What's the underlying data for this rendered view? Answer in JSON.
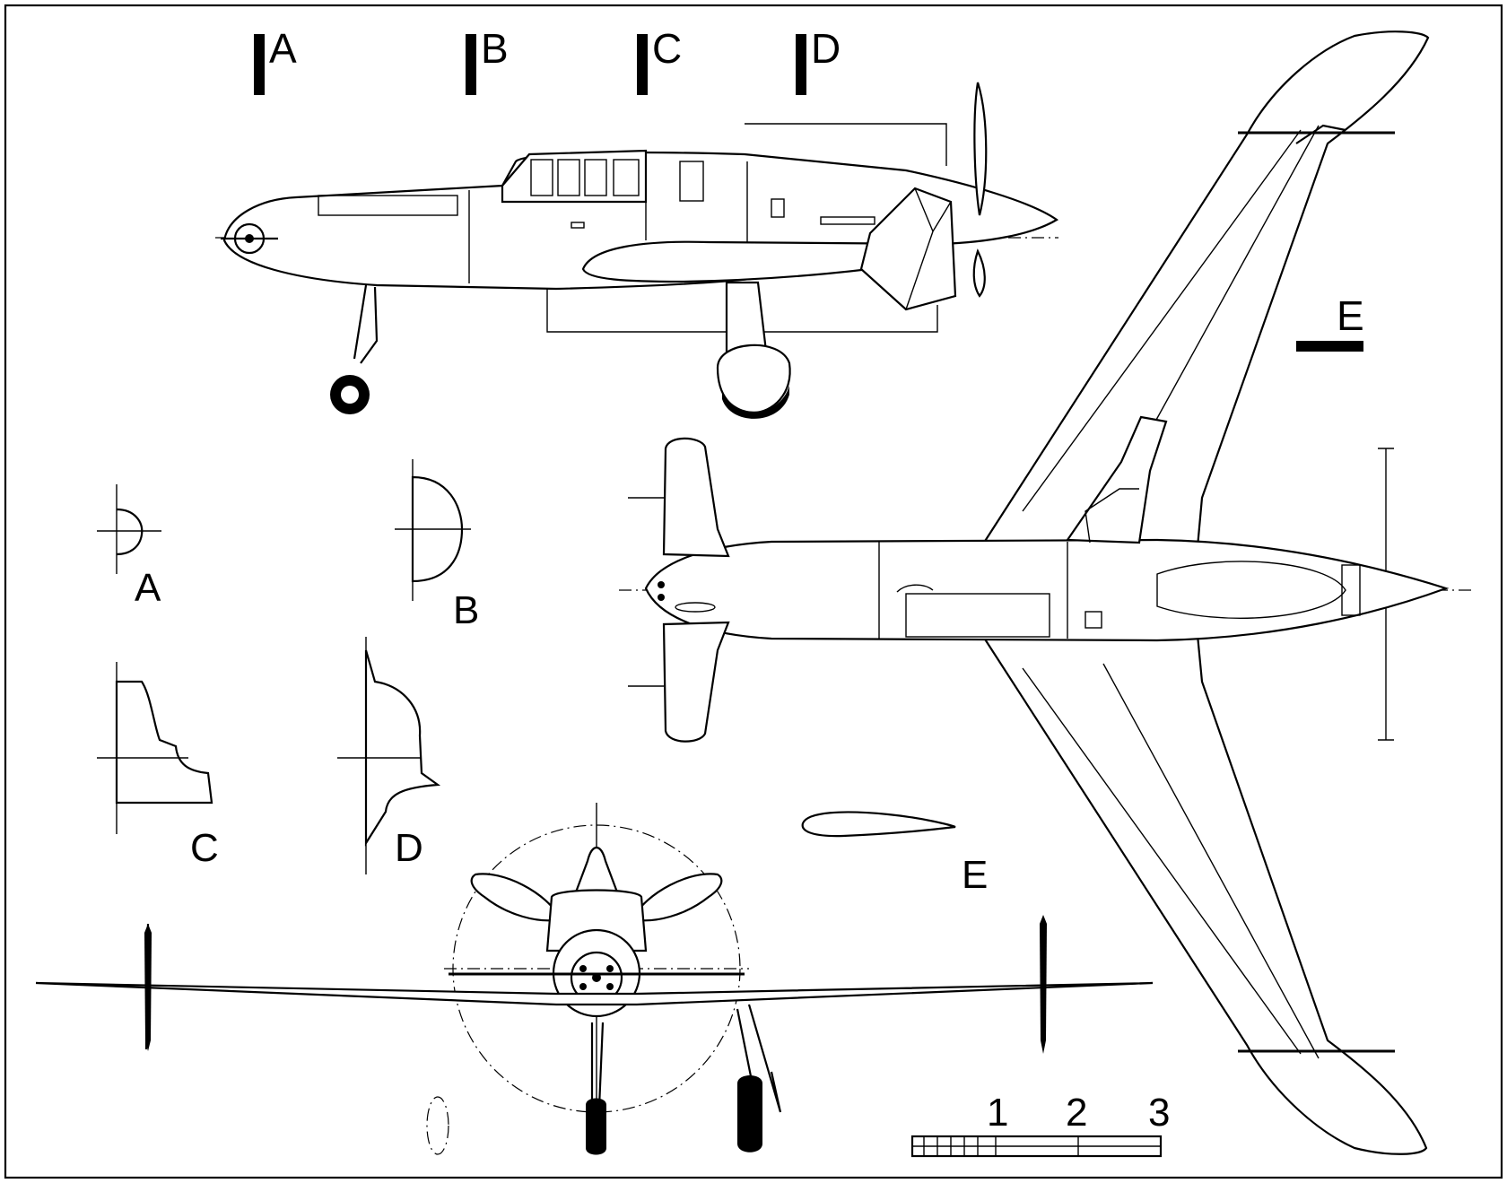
{
  "sections": {
    "a": "A",
    "b": "B",
    "c": "C",
    "d": "D"
  },
  "profile_label": "E",
  "section_e_top": "E",
  "scale": {
    "n1": "1",
    "n2": "2",
    "n3": "3"
  },
  "colors": {
    "ink": "#000000",
    "paper": "#ffffff"
  }
}
